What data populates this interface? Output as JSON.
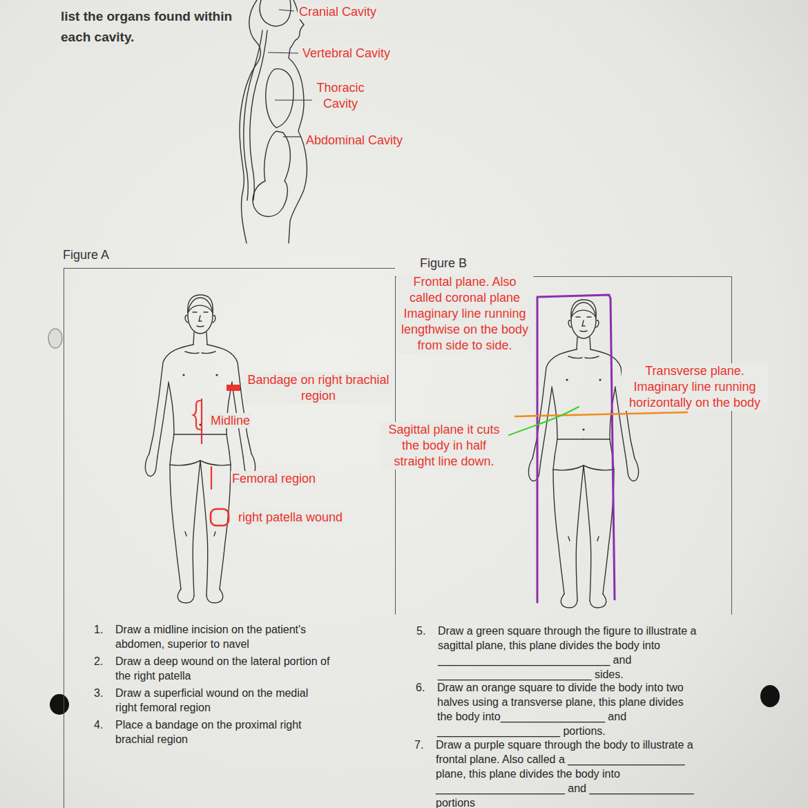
{
  "diagram": {
    "nodes": [
      {
        "text": [
          "Figure A"
        ]
      },
      {
        "text": [
          "Figure B"
        ]
      }
    ],
    "labels": [
      "list the organs found within each cavity.",
      "Cranial Cavity",
      "Vertebral Cavity",
      "Thoracic Cavity",
      "Abdominal Cavity",
      "Frontal plane. Also called coronal plane Imaginary line running lengthwise on the body from side to side.",
      "Bandage on right brachial region",
      "Midline",
      "Transverse plane. Imaginary line running horizontally on the body",
      "Sagittal plane it cuts the body in half straight line down.",
      "Femoral region",
      "right patella wound",
      "1.",
      "Draw a midline incision on the patient's abdomen, superior to navel",
      "2.",
      "Draw a deep wound on the lateral portion of the right patella",
      "3.",
      "Draw a superficial wound on the medial right femoral region",
      "4.",
      "Place a bandage on the proximal right brachial region",
      "5.",
      "Draw a green square through the figure to illustrate a sagittal plane, this plane divides the body into ____________________________ and _________________________ sides.",
      "6.",
      "Draw an orange square to divide the body into two halves using a transverse plane, this plane divides the body into_________________ and ____________________ portions.",
      "7.",
      "Draw a purple square through the body to illustrate a frontal plane. Also called a ___________________ plane, this plane divides the body into _____________________ and _________________ portions"
    ]
  }
}
